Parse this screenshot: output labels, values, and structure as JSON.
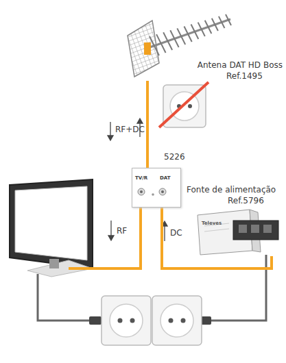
{
  "diagram": {
    "nodes": [
      {
        "text": [
          "Antena DAT HD Boss",
          "Ref.1495"
        ]
      },
      {
        "text": [
          "5226",
          "TV/R",
          "DAT"
        ]
      },
      {
        "text": [
          "Fonte de alimentação",
          "Ref.5796"
        ]
      }
    ],
    "edges": [
      {
        "from": 0,
        "to": 1,
        "label": "RF+DC",
        "arrow": "none"
      },
      {
        "from": 1,
        "to": 2,
        "label": "DC",
        "arrow": "none"
      }
    ],
    "labels": [
      "RF",
      "Televes"
    ]
  }
}
